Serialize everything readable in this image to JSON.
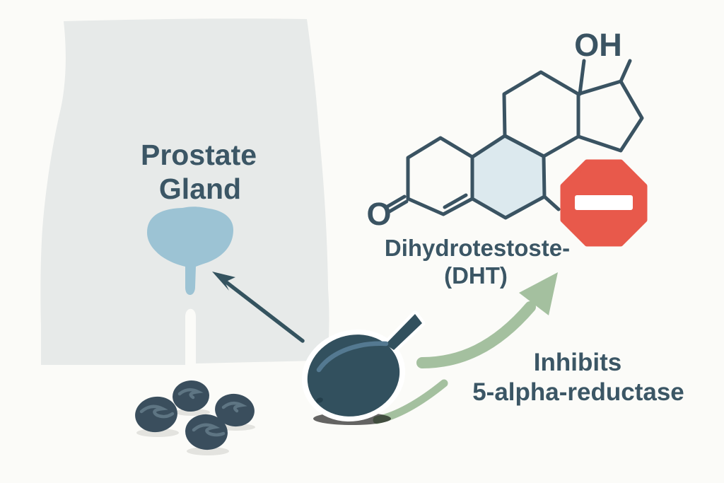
{
  "background_color": "#fbfbf8",
  "text_color": "#3b5665",
  "anatomy": {
    "label_line1": "Prostate",
    "label_line2": "Gland",
    "body_color": "#e7eae9",
    "prostate_color": "#9cc3d4"
  },
  "molecule": {
    "ketone_label": "O",
    "hydroxyl_label": "OH",
    "name_line1": "Dihydrotestoste-",
    "name_line2": "(DHT)",
    "line_color": "#3a5362",
    "ring_fill": "#dce9ee"
  },
  "inhibition": {
    "line1": "Inhibits",
    "line2": "5-alpha-reductase",
    "stop_icon_color": "#e8594b",
    "stop_bar_color": "#ffffff",
    "arrow_color": "#a4c09f"
  },
  "remedy": {
    "berry_color": "#32505e",
    "berry_highlight_color": "#547991",
    "seed_color": "#3a4e5d",
    "seed_detail_color": "#5e7583",
    "pointer_arrow_color": "#34535f"
  }
}
